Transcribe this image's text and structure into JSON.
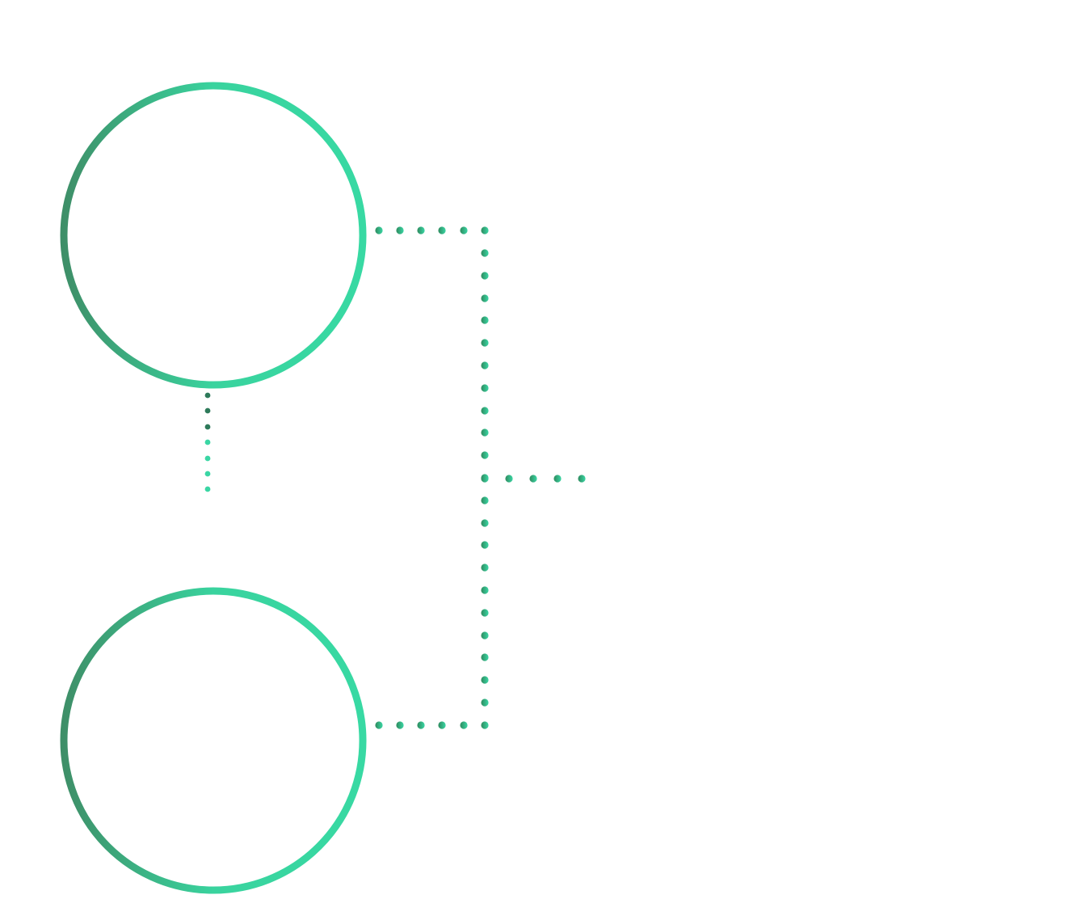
{
  "diagram": {
    "type": "connector-diagram",
    "nodes": [
      {
        "id": "top",
        "shape": "ring"
      },
      {
        "id": "bottom",
        "shape": "ring"
      }
    ],
    "connectors": [
      {
        "from": "top",
        "to": "junction",
        "style": "dotted"
      },
      {
        "from": "bottom",
        "to": "junction",
        "style": "dotted"
      },
      {
        "from": "junction",
        "to": "output",
        "style": "dotted"
      },
      {
        "from": "top",
        "to": "below",
        "style": "dotted"
      }
    ]
  },
  "colors": {
    "ring_start": "#3e8f68",
    "ring_end": "#38d9a3",
    "dot_start": "#2e8a5e",
    "dot_end": "#3ad6a4",
    "background": "#ffffff"
  }
}
